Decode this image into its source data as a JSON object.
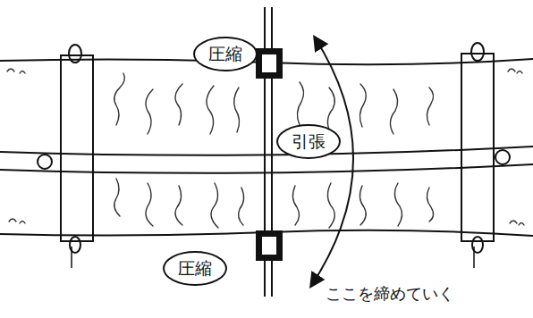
{
  "diagram": {
    "nodes": [
      {
        "text": [
          "圧縮"
        ]
      },
      {
        "text": [
          "引張"
        ]
      },
      {
        "text": [
          "圧縮"
        ]
      }
    ],
    "labels": [
      "ここを締めていく"
    ]
  }
}
